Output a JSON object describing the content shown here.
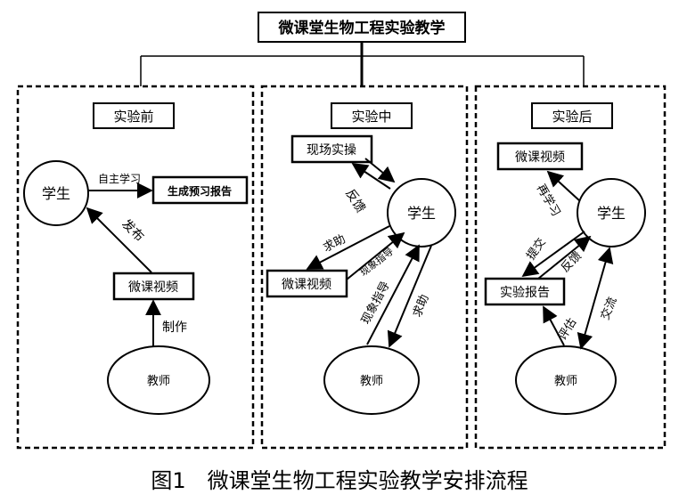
{
  "title": "微课堂生物工程实验教学",
  "caption": "图1　微课堂生物工程实验教学安排流程",
  "panels": {
    "before": {
      "header": "实验前",
      "student": "学生",
      "report": "生成预习报告",
      "video": "微课视频",
      "teacher": "教师",
      "e_self_study": "自主学习",
      "e_publish": "发布",
      "e_make": "制作"
    },
    "during": {
      "header": "实验中",
      "practice": "现场实操",
      "student": "学生",
      "video": "微课视频",
      "teacher": "教师",
      "e_feedback": "反馈",
      "e_help1": "求助",
      "e_guide1": "现象指导",
      "e_guide2": "现象指导",
      "e_help2": "求助"
    },
    "after": {
      "header": "实验后",
      "video": "微课视频",
      "student": "学生",
      "report": "实验报告",
      "teacher": "教师",
      "e_relearn": "再学习",
      "e_submit": "提交",
      "e_feedback": "反馈",
      "e_comment": "评估",
      "e_exchange": "交流"
    }
  }
}
